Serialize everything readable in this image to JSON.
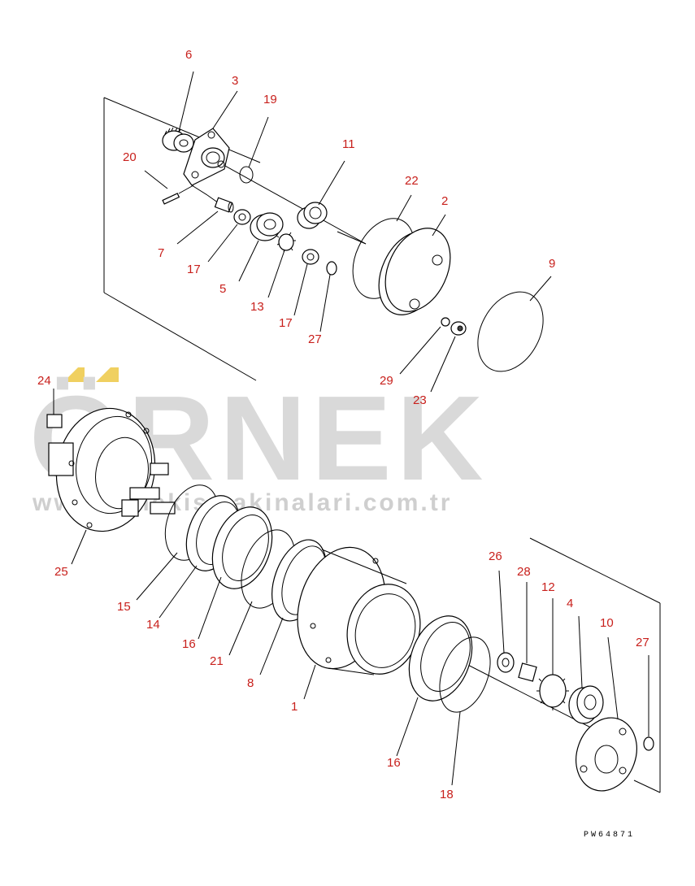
{
  "watermark": {
    "brand": "ÖRNEK",
    "url": "www.ornekismakinalari.com.tr",
    "accent_color": "#f0d060"
  },
  "drawing_code": "PW64871",
  "callouts": [
    "6",
    "3",
    "19",
    "20",
    "11",
    "22",
    "2",
    "7",
    "17",
    "5",
    "13",
    "17",
    "27",
    "9",
    "29",
    "23",
    "24",
    "25",
    "15",
    "14",
    "16",
    "21",
    "8",
    "1",
    "26",
    "28",
    "12",
    "4",
    "10",
    "27",
    "16",
    "18"
  ],
  "colors": {
    "callout": "#c8201c",
    "line": "#000000"
  }
}
